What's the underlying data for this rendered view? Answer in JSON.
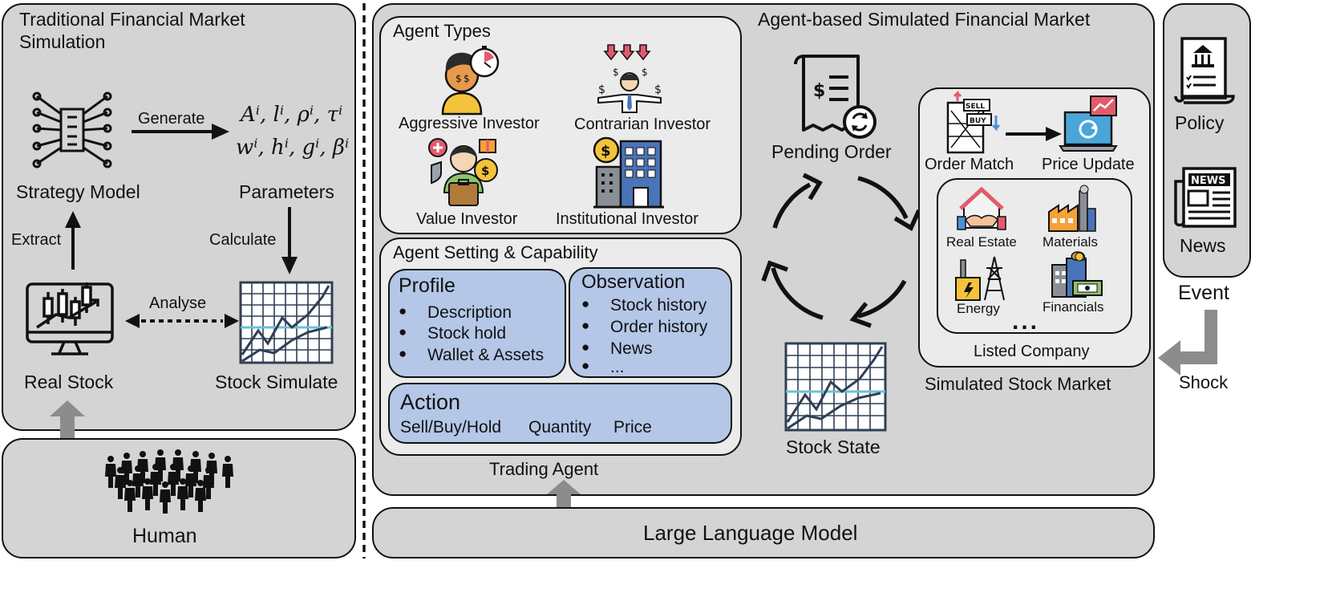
{
  "traditional": {
    "title_line1": "Traditional Financial Market",
    "title_line2": "Simulation",
    "strategy_model": "Strategy Model",
    "generate": "Generate",
    "parameters_line1": "Aⁱ, lⁱ, ρⁱ, τⁱ",
    "parameters_line2": "wⁱ, hⁱ, gⁱ, βⁱ",
    "parameters": "Parameters",
    "extract": "Extract",
    "calculate": "Calculate",
    "analyse": "Analyse",
    "real_stock": "Real Stock",
    "stock_simulate": "Stock Simulate",
    "human": "Human"
  },
  "agent_market": {
    "title": "Agent-based Simulated Financial Market",
    "agent_types": {
      "title": "Agent Types",
      "aggressive": "Aggressive Investor",
      "contrarian": "Contrarian Investor",
      "value": "Value Investor",
      "institutional": "Institutional Investor"
    },
    "setting": {
      "title": "Agent Setting & Capability",
      "profile": {
        "title": "Profile",
        "items": [
          "Description",
          "Stock hold",
          "Wallet & Assets"
        ]
      },
      "observation": {
        "title": "Observation",
        "items": [
          "Stock history",
          "Order history",
          "News",
          "..."
        ]
      },
      "action": {
        "title": "Action",
        "items": [
          "Sell/Buy/Hold",
          "Quantity",
          "Price"
        ]
      }
    },
    "trading_agent": "Trading Agent",
    "pending_order": "Pending Order",
    "stock_state": "Stock State",
    "stock_market": {
      "order_match": "Order Match",
      "price_update": "Price Update",
      "sell": "SELL",
      "buy": "BUY",
      "companies": [
        "Real Estate",
        "Materials",
        "Energy",
        "Financials"
      ],
      "more": "...",
      "listed_company": "Listed Company",
      "title": "Simulated Stock Market"
    }
  },
  "llm": "Large Language Model",
  "event": {
    "policy": "Policy",
    "news": "News",
    "news_icon_text": "NEWS",
    "title": "Event",
    "shock": "Shock"
  },
  "colors": {
    "panel": "#d4d4d4",
    "inner": "#ebebeb",
    "blue_box": "#b4c7e7",
    "arrow_gray": "#8c8c8c"
  }
}
